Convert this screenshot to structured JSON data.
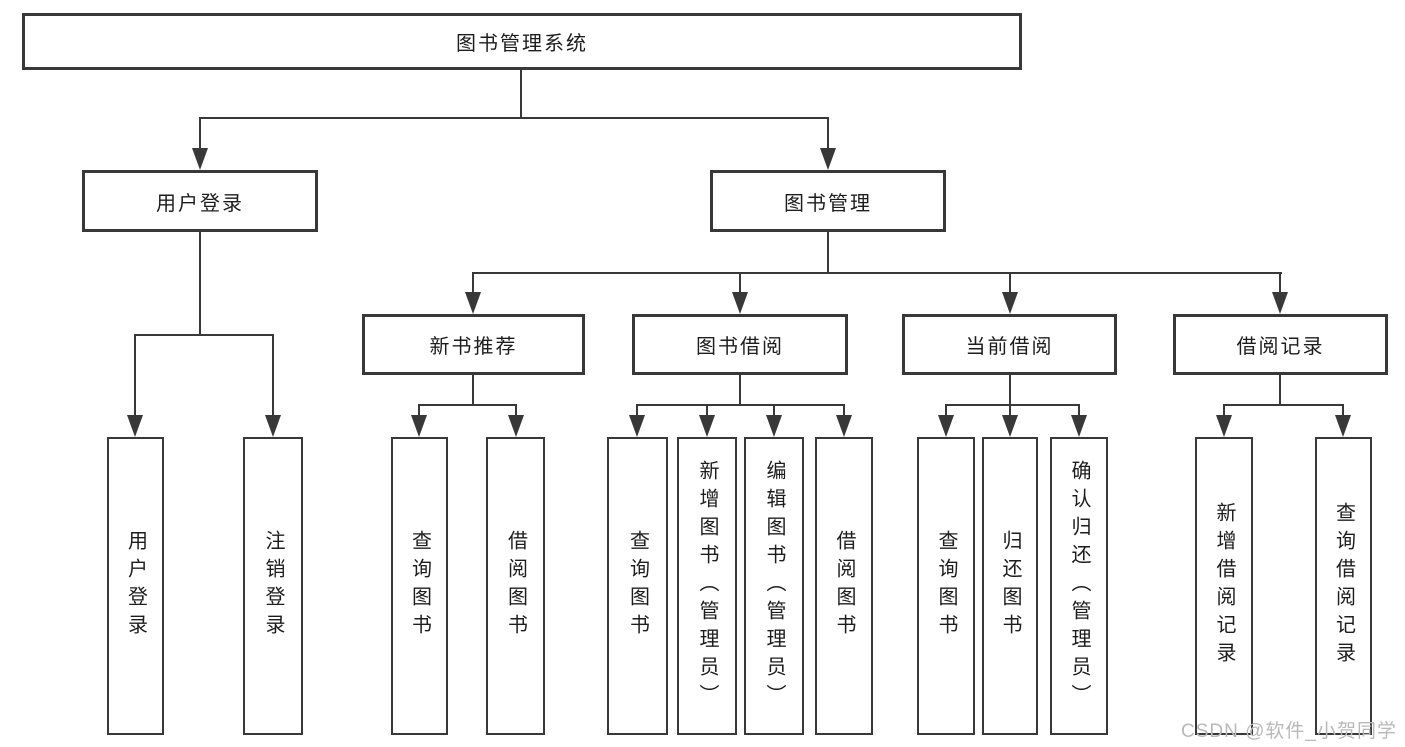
{
  "diagram": {
    "root_label": "图书管理系统",
    "branches": [
      {
        "label": "用户登录",
        "children": [
          "用户登录",
          "注销登录"
        ]
      },
      {
        "label": "图书管理",
        "groups": [
          {
            "label": "新书推荐",
            "children": [
              "查询图书",
              "借阅图书"
            ]
          },
          {
            "label": "图书借阅",
            "children": [
              "查询图书",
              "新增图书（管理员）",
              "编辑图书（管理员）",
              "借阅图书"
            ]
          },
          {
            "label": "当前借阅",
            "children": [
              "查询图书",
              "归还图书",
              "确认归还（管理员）"
            ]
          },
          {
            "label": "借阅记录",
            "children": [
              "新增借阅记录",
              "查询借阅记录"
            ]
          }
        ]
      }
    ]
  },
  "watermark": {
    "text": "CSDN @软件_小贺同学"
  },
  "colors": {
    "line": "#383838",
    "text": "#1d1d1d",
    "background": "#ffffff",
    "watermark": "#b9b9b9"
  }
}
